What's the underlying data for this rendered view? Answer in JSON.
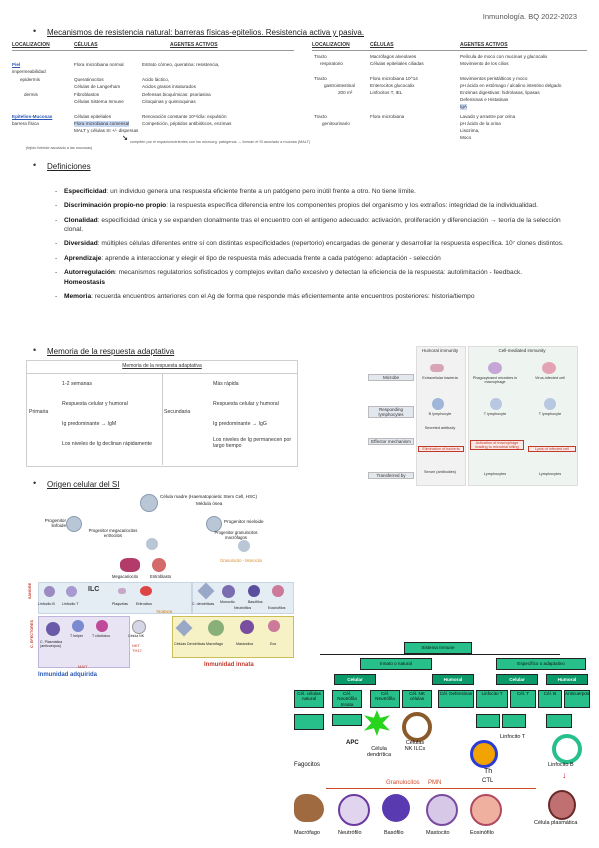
{
  "header": {
    "title": "Inmunología. BQ 2022-2023"
  },
  "sections": {
    "mecanismos": "Mecanismos de resistencia natural: barreras físicas-epitelios. Resistencia activa y pasiva.",
    "definiciones": "Definiciones",
    "memoria": "Memoria de la respuesta adaptativa",
    "origen": "Origen celular del SI"
  },
  "barrier_table_left": {
    "headers": [
      "LOCALIZACION",
      "CÉLULAS",
      "AGENTES ACTIVOS"
    ],
    "rows": [
      {
        "loc": "Piel",
        "cells": "Flora microbiana normal",
        "agents": "Estrato córneo, queratina: resistencia,"
      },
      {
        "loc": "impermeabilidad",
        "cells": "",
        "agents": ""
      },
      {
        "loc": "epidermis",
        "cells": "Queratinocitos",
        "agents": "Acido láctico,"
      },
      {
        "loc": "",
        "cells": "Células de Langerham",
        "agents": "Acidos grasos insaturados"
      },
      {
        "loc": "dermis",
        "cells": "Fibroblastos",
        "agents": "Defensas bioquímicas: psoriasina"
      },
      {
        "loc": "",
        "cells": "Células Sistema Inmune",
        "agents": "Citoquinas y quimioquinas"
      },
      {
        "loc": "Epitelios-Mucosas",
        "cells": "Células epiteliales",
        "agents": "Renovación constante 10¹¹/día: expulsión"
      },
      {
        "loc": "barrera física",
        "cells": "Flora microbiana comensal",
        "agents": "Competición, péptidos antibióticos, enzimas"
      },
      {
        "loc": "",
        "cells": "MALT y células SI +/- dispersas",
        "agents": ""
      }
    ],
    "footnote_left": "(tejido linfoide asociado a las mucosas)",
    "footnote_right": "compiten por el espacio/nutrientes con los microorg. patógenos → forman el SI asociado a mucosa (MALT)"
  },
  "barrier_table_right": {
    "headers": [
      "LOCALIZACION",
      "CÉLULAS",
      "AGENTES ACTIVOS"
    ],
    "rows": [
      {
        "loc": "Tracto",
        "cells": "Macrófagos alveolares",
        "agents": "Película de moco con mucinas y glucocalix"
      },
      {
        "loc": "respiratorio",
        "cells": "Células epiteliales ciliadas",
        "agents": "Movimiento de los cilios"
      },
      {
        "loc": "Tracto",
        "cells": "Flora microbiana 10^14",
        "agents": "Movimientos peristálticos y moco"
      },
      {
        "loc": "gastrointestinal",
        "cells": "Enterocitos glucocalix",
        "agents": "pH ácido en estómago / alcalino intestino delgado"
      },
      {
        "loc": "200 m²",
        "cells": "Linfocitos T, IEL",
        "agents": "Enzimas digestivas: hidrolasas, lipasas"
      },
      {
        "loc": "",
        "cells": "",
        "agents": "Defensinas e Histatinas"
      },
      {
        "loc": "",
        "cells": "",
        "agents": "IgA"
      },
      {
        "loc": "Tracto",
        "cells": "Flora microbiana",
        "agents": "Lavado y arrastre por orina"
      },
      {
        "loc": "genitourinario",
        "cells": "",
        "agents": "pH ácido de la orina"
      },
      {
        "loc": "",
        "cells": "",
        "agents": "Lisozima,"
      },
      {
        "loc": "",
        "cells": "",
        "agents": "Moco"
      }
    ]
  },
  "definitions": [
    {
      "term": "Especificidad",
      "text": ": un individuo genera una respuesta eficiente frente a un patógeno pero inútil frente a otro. No tiene límite."
    },
    {
      "term": "Discriminación propio-no propio",
      "text": ": la respuesta específica diferencia entre los componentes propios del organismo y los extraños: integridad de la individualidad."
    },
    {
      "term": "Clonalidad",
      "text": ": especificidad única y se expanden clonalmente tras el encuentro con el antígeno adecuado: activación, proliferación y diferenciación → teoría de la selección clonal."
    },
    {
      "term": "Diversidad",
      "text": ": múltiples células diferentes entre sí con distintas especificidades (repertorio) encargadas de generar y desarrollar la respuesta específica. 10⁷ clones distintos."
    },
    {
      "term": "Aprendizaje",
      "text": ": aprende a interaccionar y elegir el tipo de respuesta más adecuada frente a cada patógeno: adaptación - selección"
    },
    {
      "term": "Autorregulación",
      "text": ": mecanismos regulatorios sofisticados y complejos evitan daño excesivo y detectan la eficiencia de la respuesta: autolimitación - feedback.",
      "extra": "Homeostasis"
    },
    {
      "term": "Memoria",
      "text": ": recuerda encuentros anteriores con el Ag de forma que responde más eficientemente ante encuentros posteriores: historia/tiempo"
    }
  ],
  "memory_table": {
    "title": "Memoria de la respuesta adaptativa",
    "primaria_label": "Primaria",
    "secundaria_label": "Secundaria",
    "primaria": [
      "1-2 semanas",
      "Respuesta celular y humoral",
      "Ig predominante → IgM",
      "Los niveles de Ig declinan rápidamente"
    ],
    "secundaria": [
      "Más rápida",
      "Respuesta celular y humoral",
      "Ig predominante → IgG",
      "Los niveles de Ig permanecen por largo tiempo"
    ]
  },
  "immunity_diagram": {
    "col1": "Humoral immunity",
    "col2": "Cell-mediated immunity",
    "rows": [
      "Microbe",
      "Responding lymphocytes",
      "Effector mechanism",
      "Transferred by"
    ],
    "microbe": [
      "Extracellular bacteria",
      "Phagocytosed microbes in macrophage",
      "Virus-infected cell"
    ],
    "lymph": [
      "B lymphocyte",
      "T lymphocyte",
      "T lymphocyte"
    ],
    "effector": [
      "Secreted antibody",
      "Elimination of bacteria",
      "Activation of macrophage leading to microbial killing",
      "Lysis of infected cell"
    ],
    "transfer": [
      "Serum (antibodies)",
      "Lymphocytes",
      "Lymphocytes"
    ]
  },
  "origin_diagram": {
    "hsc": "Célula madre (Haematopoietic Stem Cell, HSC)",
    "marrow": "Médula ósea",
    "prog_linf": "Progenitor linfoide",
    "prog_miel": "Progenitor mieloide",
    "prog_mega": "Progenitor megacariocitos eritrocitos",
    "prog_gran": "Progenitor granulocitos macrófagos",
    "mega": "Megacariocito",
    "eritro": "Eritroblasto",
    "gran_mono": "Granulocito - Monocito",
    "sangre": "SANGRE",
    "tejidos": "TEJIDOS",
    "efectores": "C. EFECTORES",
    "cells_blood": [
      "Linfocito B",
      "Linfocito T",
      "ILC",
      "Plaquetas",
      "Eritrocitos",
      "C. dendríticas",
      "Monocito",
      "Neutrófilos",
      "Basófilos",
      "Eosinófilos"
    ],
    "cells_eff": [
      "C. Plasmática (anticuerpos)",
      "T helper",
      "T citotóxico",
      "Célula NK",
      "Células Dendríticas",
      "Macrófago",
      "Mastocitos",
      "Eos"
    ],
    "adq": "Inmunidad adquirida",
    "inn": "Inmunidad innata",
    "extra": [
      "NKT",
      "TH17",
      "MAIT",
      "NKT"
    ]
  },
  "system_tree": {
    "root": "Sistema Inmune",
    "innate": "Innato o natural",
    "adaptive": "Específico o adaptativo",
    "celular1": "Celular",
    "humoral1": "Humoral",
    "celular2": "Celular",
    "humoral2": "Humoral",
    "innate_leaves": [
      "Cél. células natural",
      "Cél. Neutrófila Innata",
      "Cél. Neutrófila",
      "Cél. NK células",
      "Cél. Defensinas"
    ],
    "adaptive_leaves": [
      "Linfocito T",
      "Cél. T",
      "Cél. B",
      "Anticuerpos"
    ],
    "labels": {
      "apc": "APC",
      "dendritica": "Célula dendrítica",
      "nk": "Células NK ILCs",
      "linfT": "Linfocito T",
      "th": "Th",
      "ctl": "CTL",
      "linfB": "Linfocito B",
      "fagocitos": "Fagocitos",
      "granulocitos": "Granulocitos",
      "pmn": "PMN",
      "plasm": "Célula plasmática"
    },
    "bottom": [
      "Macrófago",
      "Neutrófilo",
      "Basófilo",
      "Mastocito",
      "Eosinófilo"
    ]
  }
}
